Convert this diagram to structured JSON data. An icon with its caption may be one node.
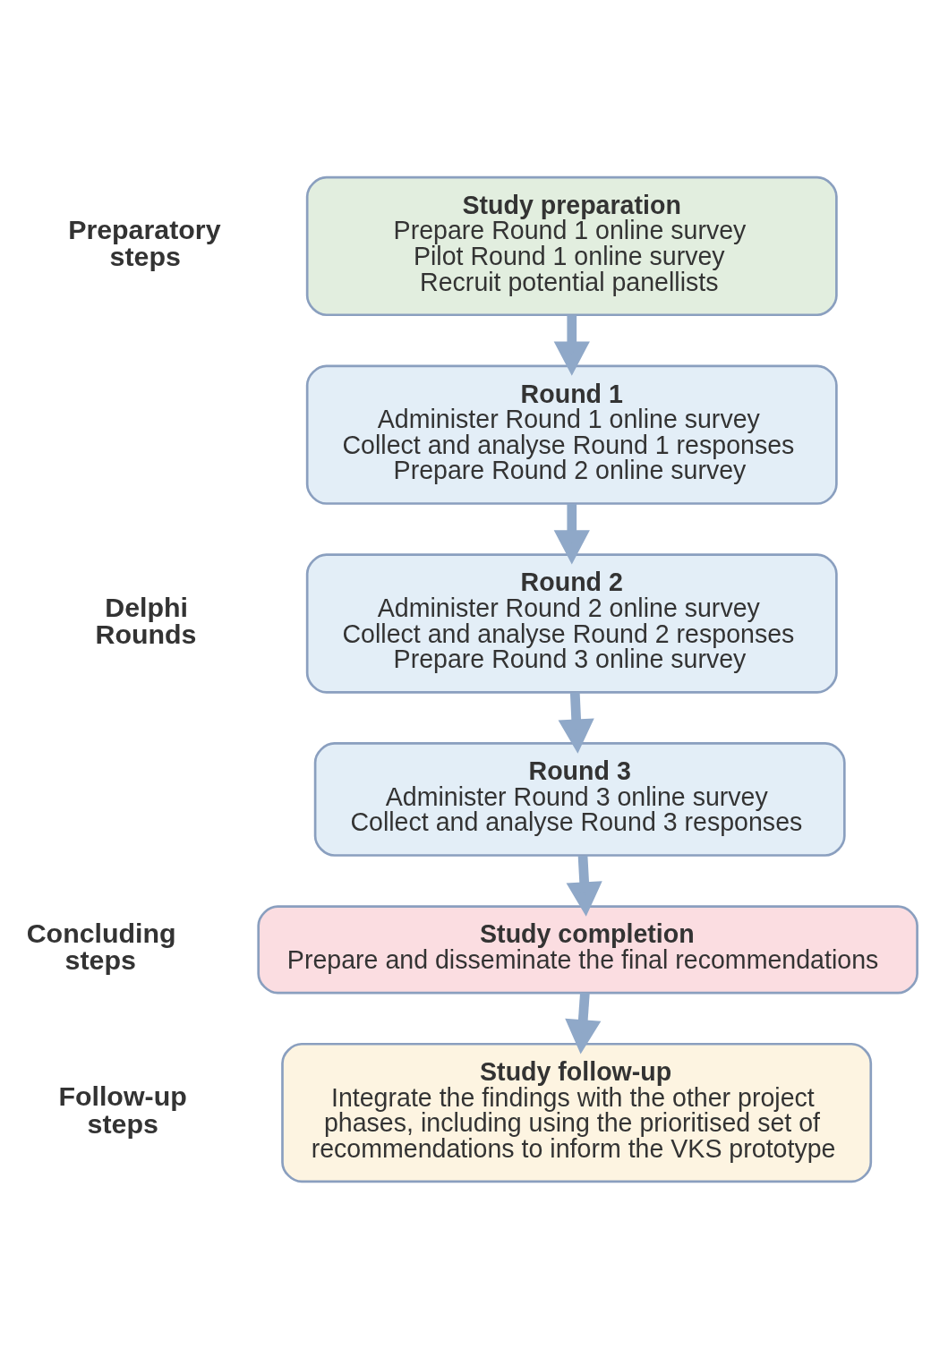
{
  "diagram": {
    "nodes": [
      {
        "text": [
          "Study preparation",
          "Prepare Round 1 online survey",
          "Pilot Round 1 online survey",
          "Recruit potential panellists"
        ]
      },
      {
        "text": [
          "Round 1",
          "Administer Round 1 online survey",
          "Collect and analyse Round 1 responses",
          "Prepare Round 2 online survey"
        ]
      },
      {
        "text": [
          "Round 2",
          "Administer Round 2 online survey",
          "Collect and analyse Round 2 responses",
          "Prepare Round 3 online survey"
        ]
      },
      {
        "text": [
          "Round 3",
          "Administer Round 3 online survey",
          "Collect and analyse Round 3 responses"
        ]
      },
      {
        "text": [
          "Study completion",
          "Prepare and disseminate the final recommendations"
        ]
      },
      {
        "text": [
          "Study follow-up",
          "Integrate the findings with the other project phases, including using the prioritised set of recommendations to inform the VKS prototype"
        ]
      }
    ],
    "edges": [
      {
        "from": 0,
        "to": 1,
        "arrow": "to"
      },
      {
        "from": 1,
        "to": 2,
        "arrow": "to"
      },
      {
        "from": 2,
        "to": 3,
        "arrow": "to"
      },
      {
        "from": 3,
        "to": 4,
        "arrow": "to"
      },
      {
        "from": 4,
        "to": 5,
        "arrow": "to"
      }
    ],
    "labels": [
      "Preparatory steps",
      "Delphi Rounds",
      "Concluding steps",
      "Follow-up steps"
    ]
  }
}
